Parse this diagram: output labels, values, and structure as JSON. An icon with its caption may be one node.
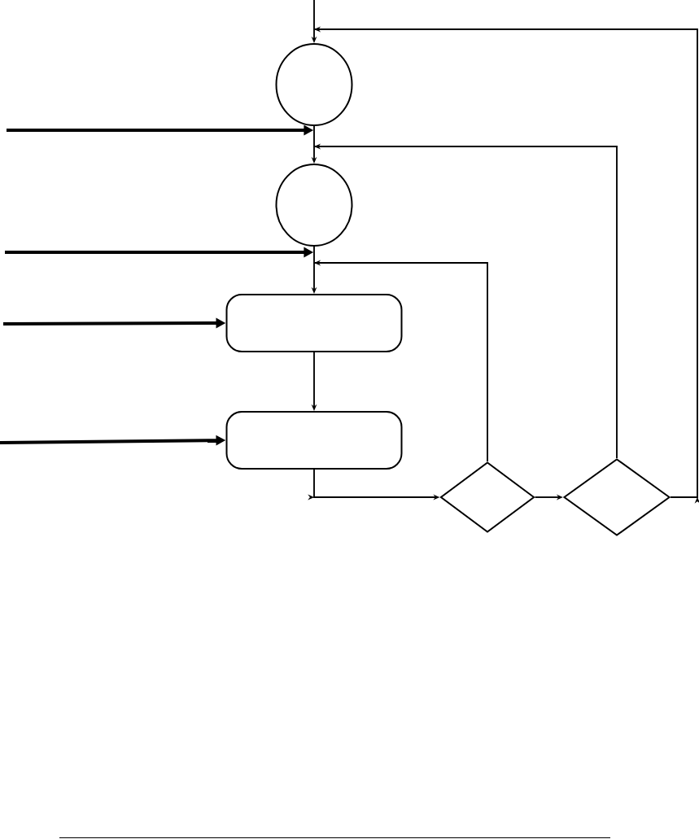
{
  "diagram": {
    "nodes": [
      {
        "text": [],
        "shape": "circle"
      },
      {
        "text": [],
        "shape": "circle"
      },
      {
        "text": [],
        "shape": "box"
      },
      {
        "text": [],
        "shape": "box"
      },
      {
        "text": [],
        "shape": "diamond"
      },
      {
        "text": [],
        "shape": "diamond"
      }
    ],
    "edges": [
      {
        "from": null,
        "to": 0,
        "arrow": "to"
      },
      {
        "from": 5,
        "to": 0,
        "arrow": "to"
      },
      {
        "from": 0,
        "to": 1,
        "arrow": "to"
      },
      {
        "from": null,
        "to": 1,
        "arrow": "to",
        "style": "thick"
      },
      {
        "from": 5,
        "to": 1,
        "arrow": "to"
      },
      {
        "from": 1,
        "to": 2,
        "arrow": "to"
      },
      {
        "from": null,
        "to": 2,
        "arrow": "to",
        "style": "thick"
      },
      {
        "from": 4,
        "to": 2,
        "arrow": "to"
      },
      {
        "from": null,
        "to": 2,
        "arrow": "to",
        "style": "thick"
      },
      {
        "from": 2,
        "to": 3,
        "arrow": "to"
      },
      {
        "from": null,
        "to": 3,
        "arrow": "to",
        "style": "thick"
      },
      {
        "from": 3,
        "to": 4,
        "arrow": "to"
      },
      {
        "from": 4,
        "to": 5,
        "arrow": "to"
      }
    ]
  }
}
